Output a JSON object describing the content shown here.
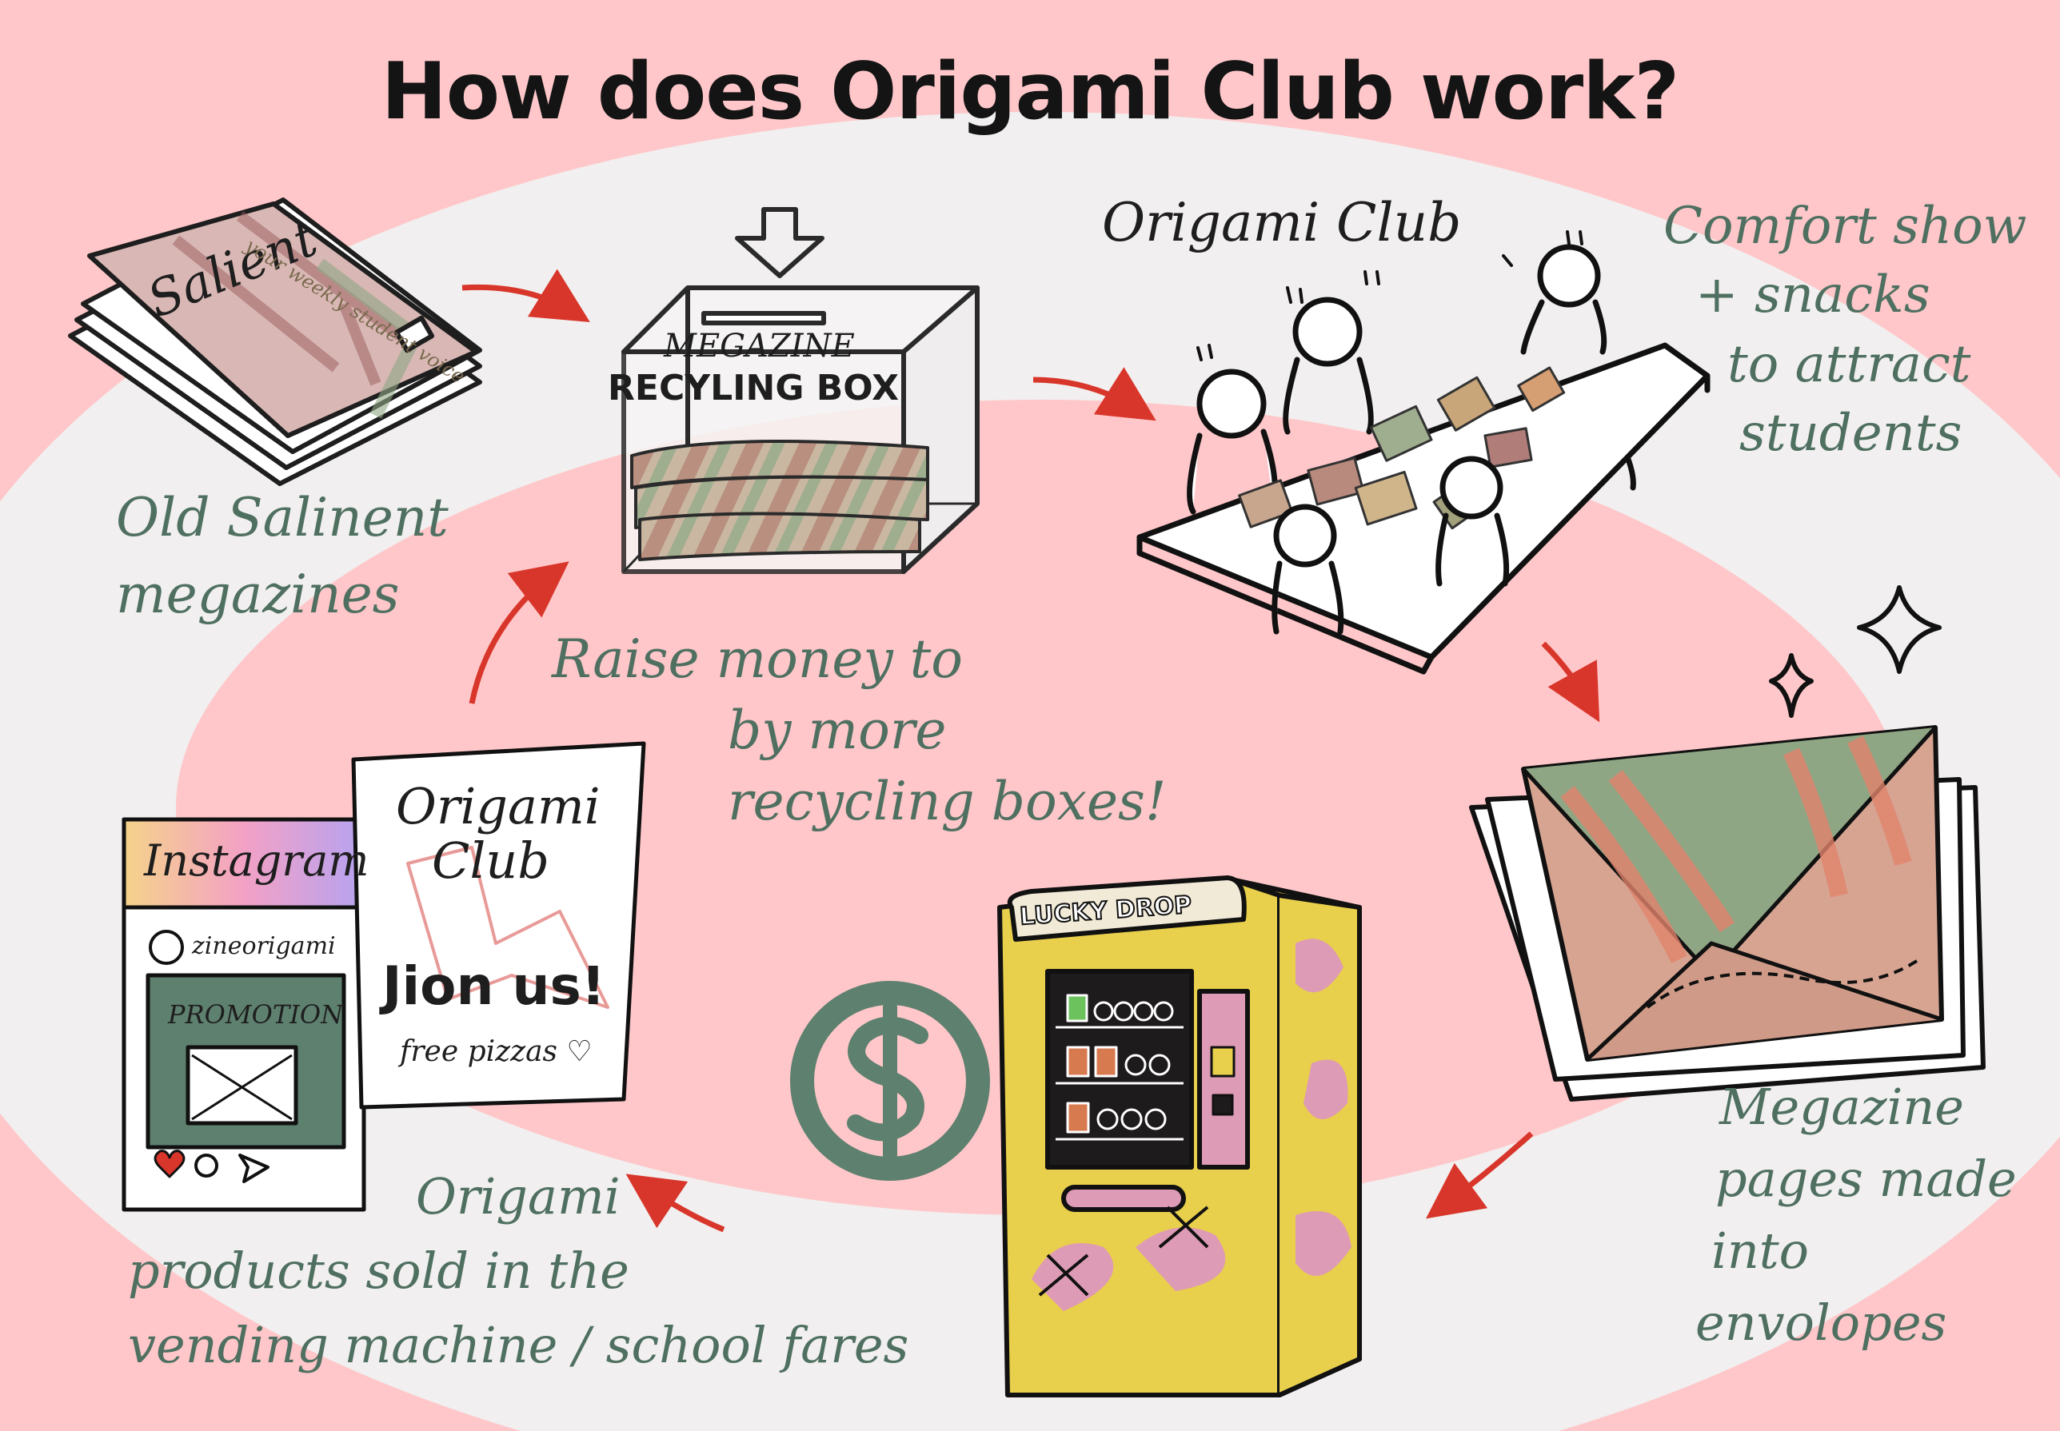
{
  "title": "How does Origami Club work?",
  "colors": {
    "background": "#ffc7c9",
    "loop": "#f1efef",
    "ink": "#1e1e1e",
    "handwriting": "#4f7061",
    "arrow": "#d9362b",
    "vending_yellow": "#e8cf4c",
    "vending_pink": "#de9bb5",
    "dollar_green": "#5e806f"
  },
  "magazine_stack": {
    "cover_title": "Salient",
    "cover_subtitle": "your weekly student voice",
    "caption": [
      "Old Salinent",
      "megazines"
    ]
  },
  "recycling_box": {
    "label_line1": "MEGAZINE",
    "label_line2": "RECYLING BOX",
    "drop_arrow_icon": "down-arrow-outline-icon"
  },
  "club_meeting": {
    "heading": "Origami Club",
    "side_note": [
      "Comfort show",
      "+ snacks",
      "to attract",
      "students"
    ]
  },
  "envelopes": {
    "caption": [
      "Megazine",
      "pages made",
      "into",
      "envolopes"
    ]
  },
  "vending_machine": {
    "brand_label": "LUCKY DROP"
  },
  "money": {
    "icon": "dollar-icon"
  },
  "promotion": {
    "instagram_label": "Instagram",
    "account_handle": "zineorigami",
    "promo_label": "PROMOTION",
    "reaction_icons": [
      "heart-icon",
      "comment-icon",
      "send-icon"
    ]
  },
  "poster": {
    "title_line1": "Origami",
    "title_line2": "Club",
    "callout": "Jion us!",
    "perk": "free pizzas ♡"
  },
  "fundraise_note": [
    "Raise money to",
    "by more",
    "recycling boxes!"
  ],
  "sales_note": {
    "line1": "Origami",
    "line2": "products sold in the",
    "line3": "vending machine / school fares"
  }
}
